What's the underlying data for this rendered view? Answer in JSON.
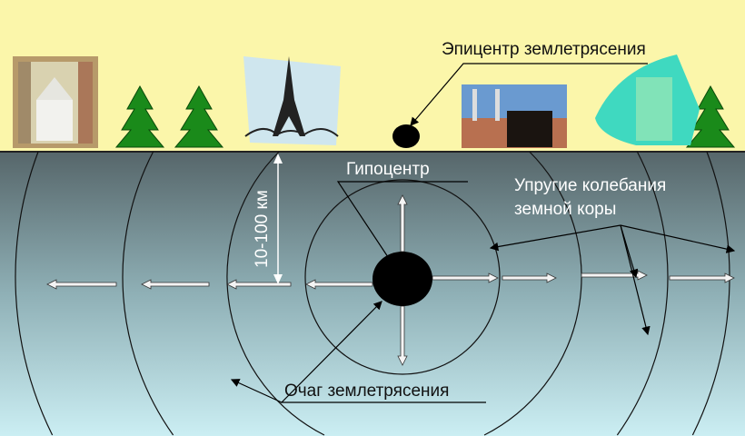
{
  "labels": {
    "epicenter": "Эпицентр землетрясения",
    "hypocenter": "Гипоцентр",
    "depth": "10-100 км",
    "waves_line1": "Упругие колебания",
    "waves_line2": "земной коры",
    "focus": "Очаг землетрясения"
  },
  "colors": {
    "sky": "#fbf6aa",
    "ground_top": "#56666a",
    "ground_bottom": "#cbeef3",
    "tree": "#1a8a1a",
    "building": "#3fd9c0"
  }
}
